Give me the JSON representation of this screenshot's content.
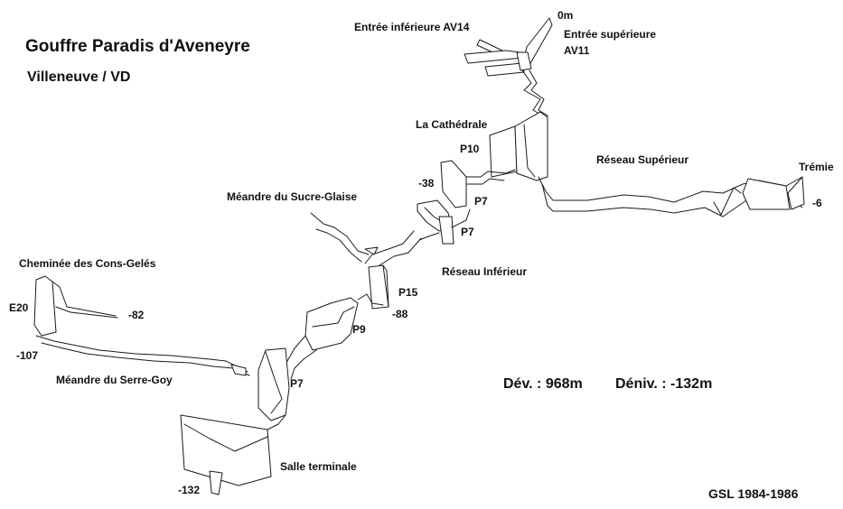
{
  "title": "Gouffre Paradis d'Aveneyre",
  "subtitle": "Villeneuve / VD",
  "labels": {
    "entree_inferieure": "Entrée inférieure  AV14",
    "zero": "0m",
    "entree_superieure": "Entrée supérieure",
    "av11": "AV11",
    "cathedrale": "La Cathédrale",
    "p10": "P10",
    "reseau_superieur": "Réseau Supérieur",
    "tremie": "Trémie",
    "minus_6": "-6",
    "minus_38": "-38",
    "p7_upper": "P7",
    "meandre_sucre_glaise": "Méandre du Sucre-Glaise",
    "p7_middle": "P7",
    "reseau_inferieur": "Réseau Inférieur",
    "cheminee": "Cheminée des Cons-Gelés",
    "e20": "E20",
    "minus_82": "-82",
    "p15": "P15",
    "minus_88": "-88",
    "p9": "P9",
    "minus_107": "-107",
    "meandre_serre_goy": "Méandre du Serre-Goy",
    "p7_lower": "P7",
    "salle_terminale": "Salle terminale",
    "minus_132": "-132"
  },
  "stats": {
    "development": "Dév. : 968m",
    "depth": "Déniv. : -132m"
  },
  "credit": "GSL 1984-1986",
  "colors": {
    "ink": "#1a1a1a",
    "background": "#ffffff"
  }
}
